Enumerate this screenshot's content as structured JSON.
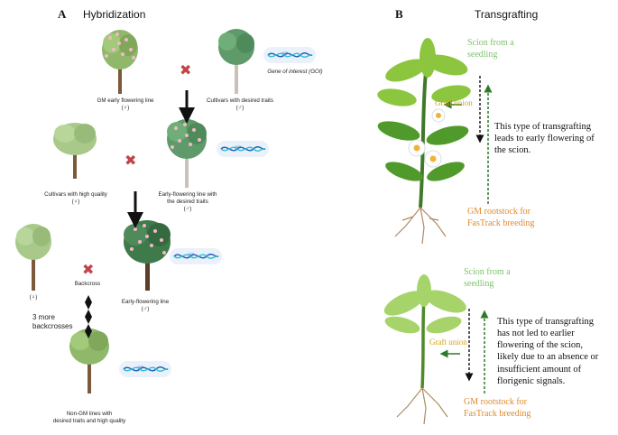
{
  "panel_a": {
    "letter": "A",
    "title": "Hybridization",
    "gm_early_line": "GM early flowering line\n(♀)",
    "cultivars_desired": "Cultivars with desired traits\n(♂)",
    "goi": "Gene of interest (GOI)",
    "cultivars_quality": "Cultivars with high quality\n(♀)",
    "early_desired": "Early-flowering line with\nthe desired traits\n(♂)",
    "female_symbol": "(♀)",
    "backcross": "Backcross",
    "early_line": "Early-flowering line\n(♂)",
    "more_backcrosses": "3 more\nbackcrosses",
    "non_gm": "Non-GM lines with\ndesired traits and high quality",
    "gene_tag": "GOI",
    "cross_symbol": "✖"
  },
  "panel_b": {
    "letter": "B",
    "title": "Transgrafting",
    "top": {
      "scion": "Scion from a\nseedling",
      "graft_union": "Graft union",
      "text": "This type of transgrafting\nleads to early flowering of\nthe scion.",
      "rootstock": "GM rootstock for\nFasTrack breeding"
    },
    "bottom": {
      "scion": "Scion from a\nseedling",
      "graft_union": "Graft union",
      "text": "This type of transgrafting\nhas not led to earlier\nflowering of the scion,\nlikely due to an absence or\ninsufficient amount of\nflorigenic signals.",
      "rootstock": "GM rootstock for\nFasTrack breeding"
    }
  },
  "colors": {
    "scion_green": "#7cc26a",
    "rootstock_orange": "#e08a2a",
    "graft_gold": "#d9a21a",
    "cross_red": "#c0454a",
    "arrow_green": "#2f7a2a"
  }
}
